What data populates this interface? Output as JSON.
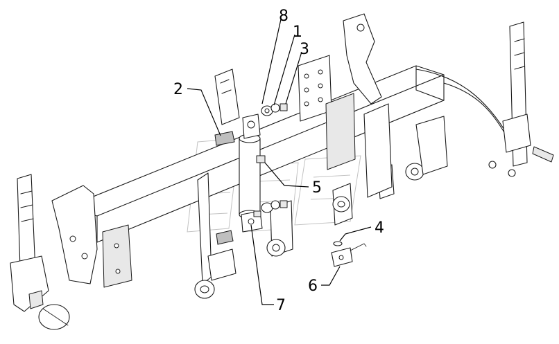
{
  "callouts": [
    {
      "id": "c8",
      "label": "8"
    },
    {
      "id": "c1",
      "label": "1"
    },
    {
      "id": "c3",
      "label": "3"
    },
    {
      "id": "c2",
      "label": "2"
    },
    {
      "id": "c5",
      "label": "5"
    },
    {
      "id": "c4",
      "label": "4"
    },
    {
      "id": "c6",
      "label": "6"
    },
    {
      "id": "c7",
      "label": "7"
    }
  ]
}
